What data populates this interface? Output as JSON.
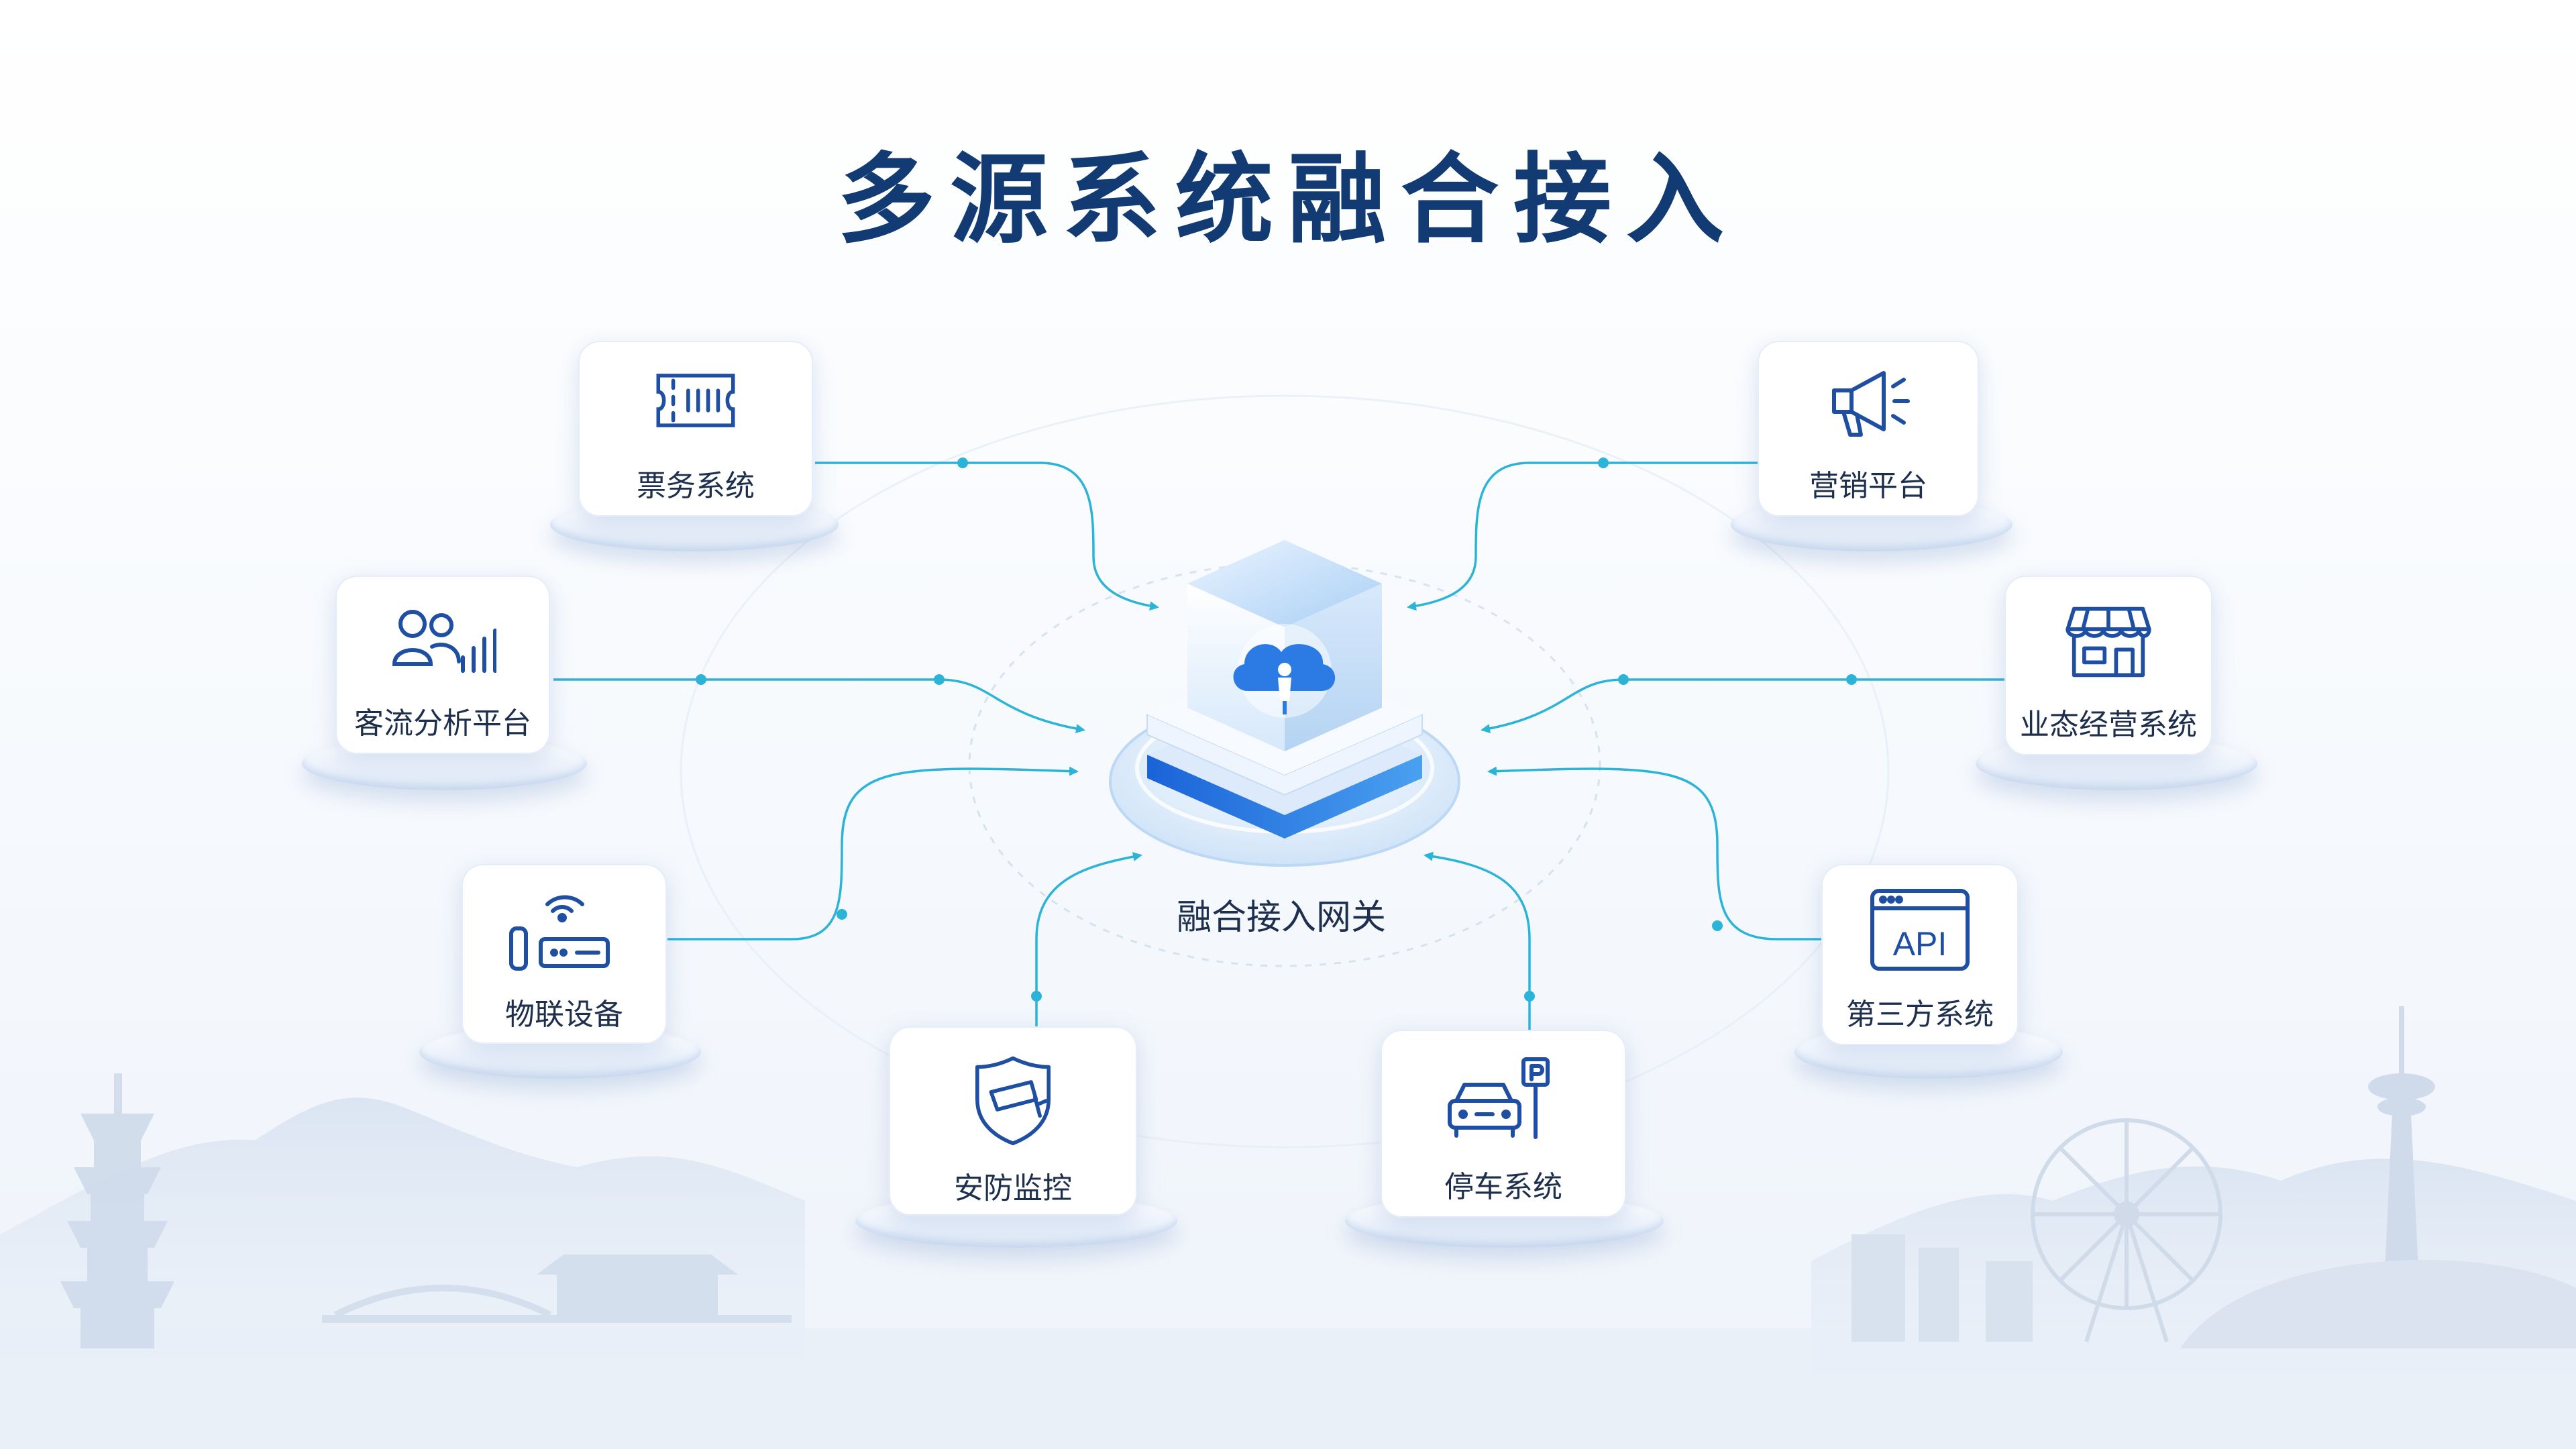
{
  "title": "多源系统融合接入",
  "hub": {
    "label": "融合接入网关",
    "icon": "cloud-user-icon"
  },
  "sources": [
    {
      "label": "票务系统",
      "icon": "ticket-icon"
    },
    {
      "label": "客流分析平台",
      "icon": "people-chart-icon"
    },
    {
      "label": "物联设备",
      "icon": "iot-router-icon"
    },
    {
      "label": "安防监控",
      "icon": "shield-camera-icon"
    },
    {
      "label": "停车系统",
      "icon": "car-parking-icon"
    },
    {
      "label": "第三方系统",
      "icon": "api-window-icon",
      "icon_text": "API"
    },
    {
      "label": "业态经营系统",
      "icon": "storefront-icon"
    },
    {
      "label": "营销平台",
      "icon": "megaphone-icon"
    }
  ],
  "colors": {
    "title": "#123a73",
    "icon": "#1f4fa3",
    "connector": "#2bb4d8",
    "label": "#1d2f4d",
    "hub_accent": "#2c7be5"
  }
}
